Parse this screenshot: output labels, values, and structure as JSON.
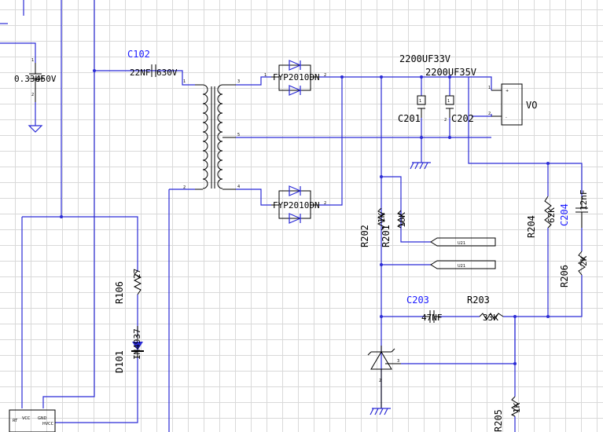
{
  "components": {
    "c102": {
      "ref": "C102",
      "value": "22NF",
      "rating": "630V"
    },
    "c_left": {
      "value": "0.33UF",
      "rating": "450V"
    },
    "d_top": {
      "part": "FYP2010DN"
    },
    "d_bot": {
      "part": "FYP2010DN"
    },
    "c201": {
      "ref": "C201",
      "value": "2200UF33V"
    },
    "c202": {
      "ref": "C202",
      "value": "2200UF35V"
    },
    "vo": {
      "ref": "VO"
    },
    "r202": {
      "ref": "R202",
      "value": "1K"
    },
    "r201": {
      "ref": "R201",
      "value": "10K"
    },
    "r204": {
      "ref": "R204",
      "value": "62K"
    },
    "c204": {
      "ref": "C204",
      "value": "12nF"
    },
    "r206": {
      "ref": "R206",
      "value": "2K"
    },
    "c203": {
      "ref": "C203",
      "value": "47NF"
    },
    "r203": {
      "ref": "R203",
      "value": "33K"
    },
    "r106": {
      "ref": "R106",
      "value": "27"
    },
    "d101": {
      "ref": "D101",
      "value": "IN4937"
    },
    "r205": {
      "ref": "R205",
      "value": "1K"
    },
    "u21a": {
      "ref": "U21"
    },
    "u21b": {
      "ref": "U21"
    },
    "ic": {
      "pin_rt": "RT",
      "pin_vcc": "VCC",
      "pin_hvcc": "HVCC",
      "pin_gnd": "GND"
    }
  },
  "pins": {
    "one": "1",
    "two": "2",
    "three": "3",
    "four": "4",
    "five": "5",
    "plus": "+",
    "minus": "-"
  },
  "colors": {
    "wire": "#2b2bd6",
    "ref_label": "#1a1aff",
    "grid": "#d9d9d9"
  }
}
